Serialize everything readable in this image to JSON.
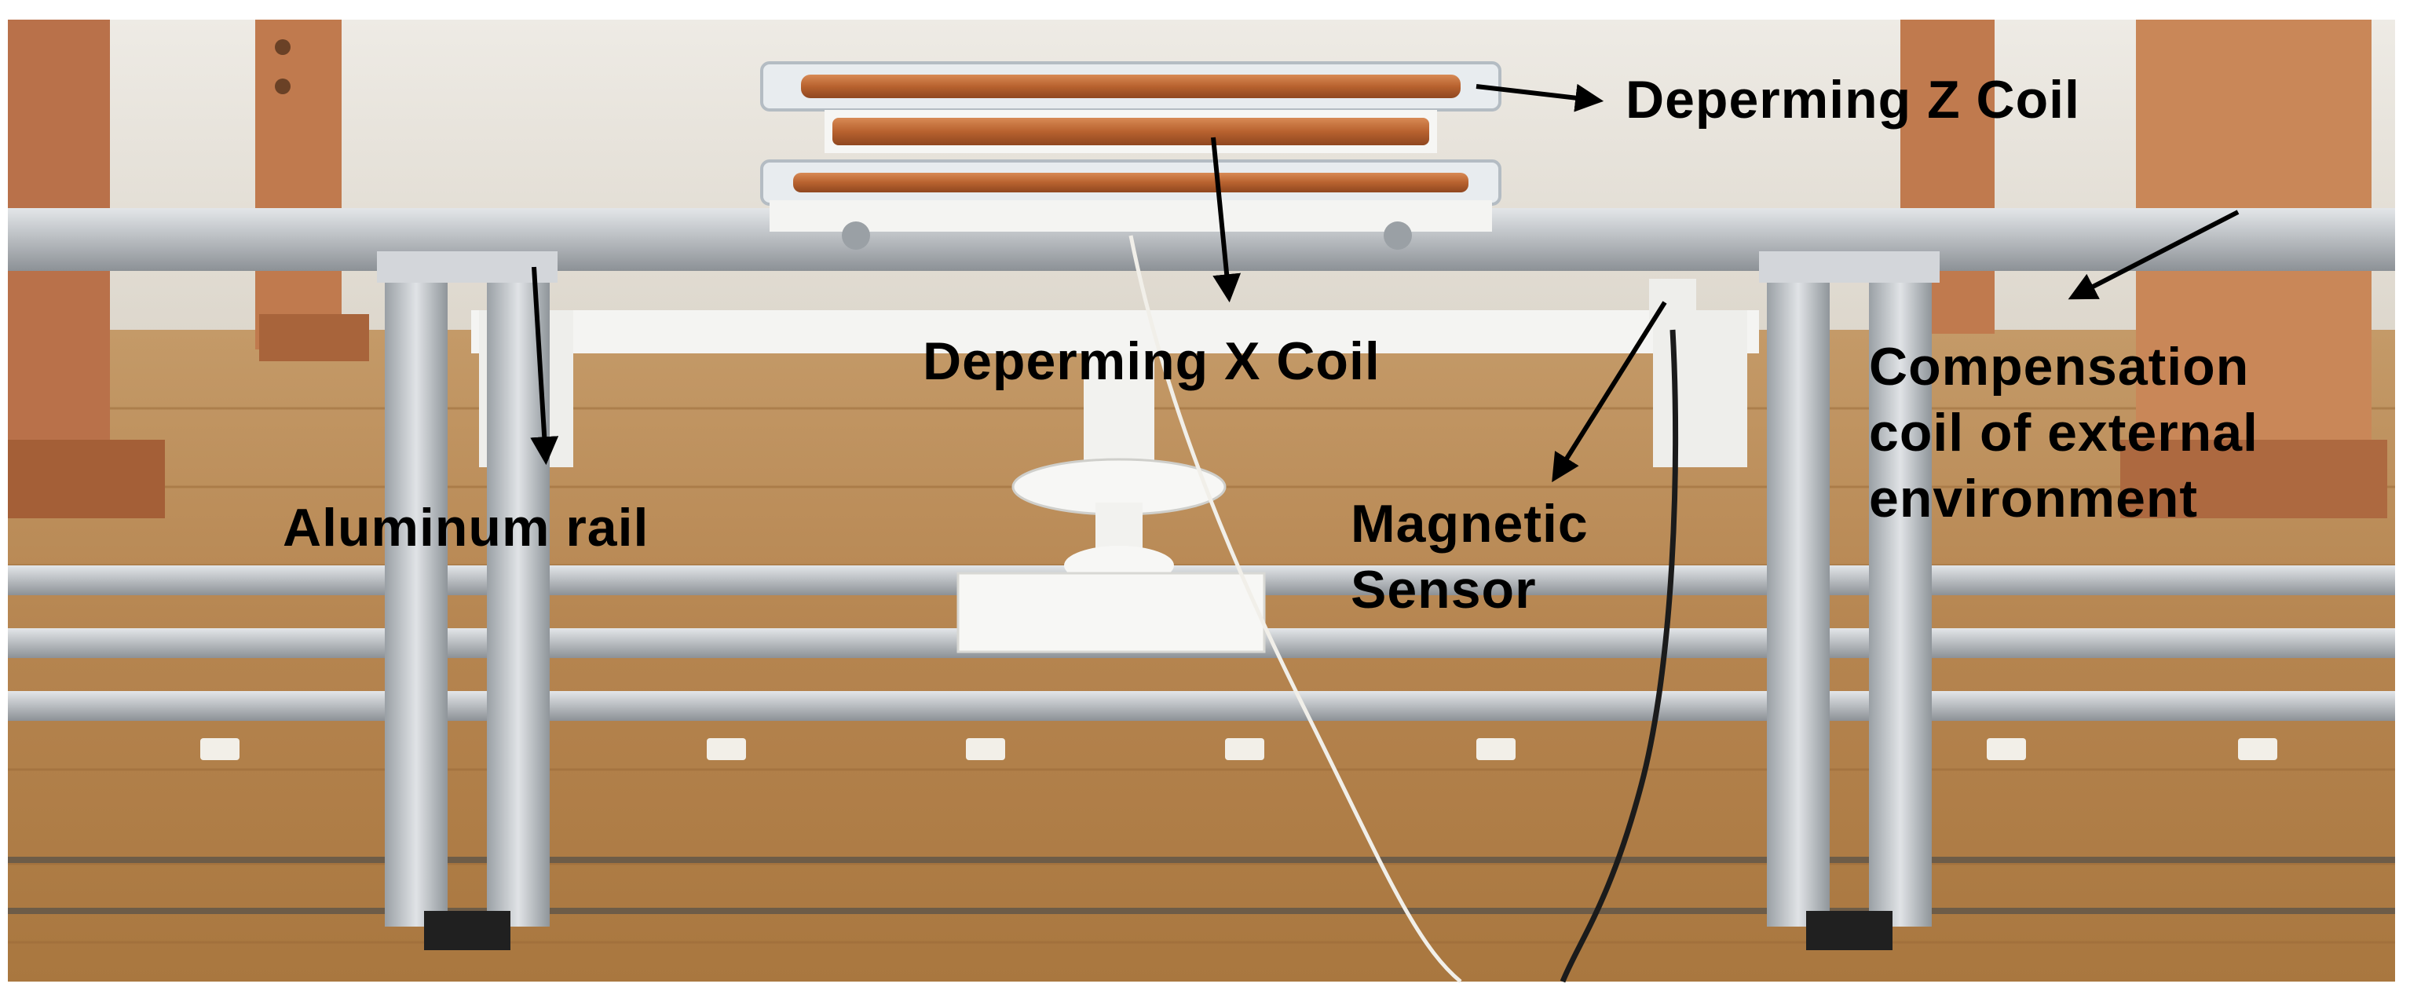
{
  "annotations": {
    "deperming_z": "Deperming Z Coil",
    "deperming_x": "Deperming X Coil",
    "aluminum_rail": "Aluminum rail",
    "magnetic_sensor_line1": "Magnetic",
    "magnetic_sensor_line2": "Sensor",
    "compensation_line1": "Compensation",
    "compensation_line2": "coil of external",
    "compensation_line3": "environment"
  },
  "colors": {
    "wall": "#e9e6df",
    "floor": "#b98a57",
    "floor_dark": "#a4743f",
    "pillar": "#c0784c",
    "aluminum": "#c9ccd0",
    "aluminum_dark": "#8e9398",
    "copper": "#c4703f",
    "white_part": "#f4f4f2",
    "arrow": "#000000"
  }
}
